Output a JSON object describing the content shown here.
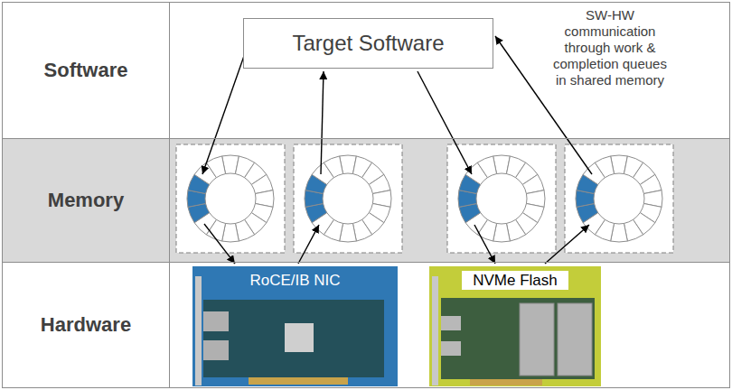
{
  "diagram": {
    "nodes": [
      {
        "text": [
          "Software"
        ]
      },
      {
        "text": [
          "Target Software"
        ],
        "in": 0
      },
      {
        "text": [
          "Memory"
        ]
      },
      {
        "text": [
          "Hardware"
        ]
      },
      {
        "text": [
          "RoCE/IB NIC"
        ],
        "in": 3
      },
      {
        "text": [
          "NVMe Flash"
        ],
        "in": 3
      }
    ],
    "labels": [
      "SW-HW communication through work & completion queues in shared memory"
    ]
  }
}
